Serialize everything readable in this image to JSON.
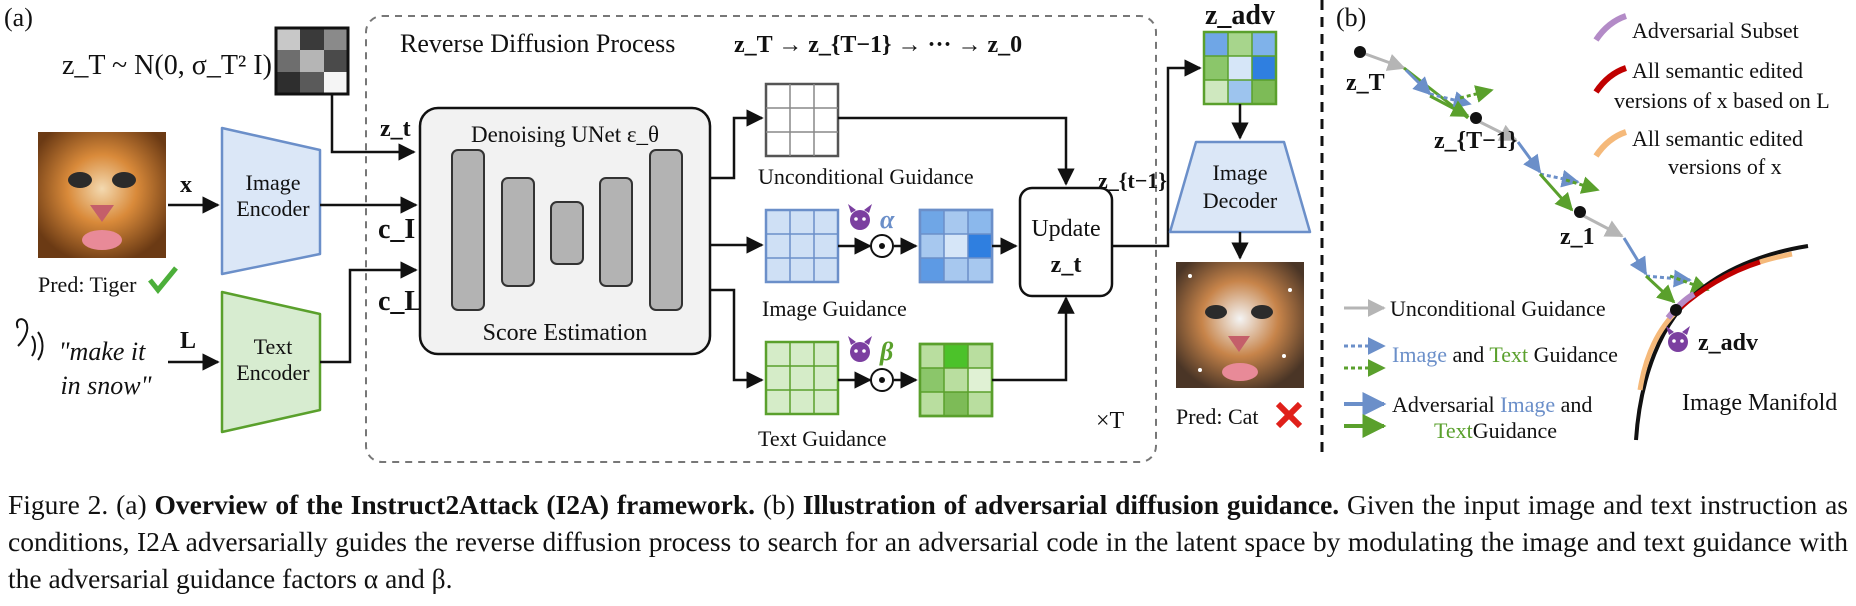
{
  "panel_a_label": "(a)",
  "panel_b_label": "(b)",
  "noise_formula": "z_T ~ N(0, σ_T² I)",
  "reverse_process_title": "Reverse Diffusion Process",
  "reverse_chain": "z_T → z_{T−1} → ··· → z_0",
  "input_x": "x",
  "image_encoder_label": [
    "Image",
    "Encoder"
  ],
  "pred_tiger": "Pred: Tiger",
  "text_L": "L",
  "instruction": [
    "\"make it",
    "in snow\""
  ],
  "text_encoder_label": [
    "Text",
    "Encoder"
  ],
  "z_t": "z_t",
  "c_I": "c_I",
  "c_L": "c_L",
  "unet_title": "Denoising UNet ε_θ",
  "score_estimation": "Score Estimation",
  "unconditional_guidance": "Unconditional Guidance",
  "image_guidance": "Image Guidance",
  "text_guidance": "Text Guidance",
  "alpha": "α",
  "beta": "β",
  "update_label": [
    "Update",
    "z_t"
  ],
  "z_t_minus_1": "z_{t−1}",
  "times_T": "×T",
  "z_adv": "z_adv",
  "image_decoder_label": [
    "Image",
    "Decoder"
  ],
  "pred_cat": "Pred: Cat",
  "b_zT": "z_T",
  "b_zT1": "z_{T−1}",
  "b_z1": "z_1",
  "b_zadv": "z_adv",
  "legend_b": {
    "adversarial_subset": "Adversarial Subset",
    "all_edited_L": [
      "All semantic edited",
      "versions of x based on L"
    ],
    "all_edited": [
      "All semantic edited",
      "versions of x"
    ],
    "unconditional": "Unconditional Guidance",
    "image_text_guidance": [
      "Image",
      " and ",
      "Text",
      " Guidance"
    ],
    "adversarial_guidance": [
      "Adversarial ",
      "Image",
      " and",
      "Text",
      "Guidance"
    ],
    "image_manifold": "Image Manifold"
  },
  "colors": {
    "image_blue": "#6b8fc9",
    "text_green": "#5aa02c",
    "encoder_blue_fill": "#dbe7f7",
    "encoder_green_fill": "#d7ecd0",
    "adversarial_purple": "#b38bc7",
    "semantic_L_red": "#c00000",
    "semantic_orange": "#f5b97a",
    "unconditional_gray": "#b5b5b5"
  },
  "caption": {
    "prefix": "Figure 2. (a) ",
    "bold1": "Overview of the Instruct2Attack (I2A) framework.",
    "mid": " (b) ",
    "bold2": "Illustration of adversarial diffusion guidance.",
    "rest": " Given the input image and text instruction as conditions, I2A adversarially guides the reverse diffusion process to search for an adversarial code in the latent space by modulating the image and text guidance with the adversarial guidance factors α and β."
  }
}
